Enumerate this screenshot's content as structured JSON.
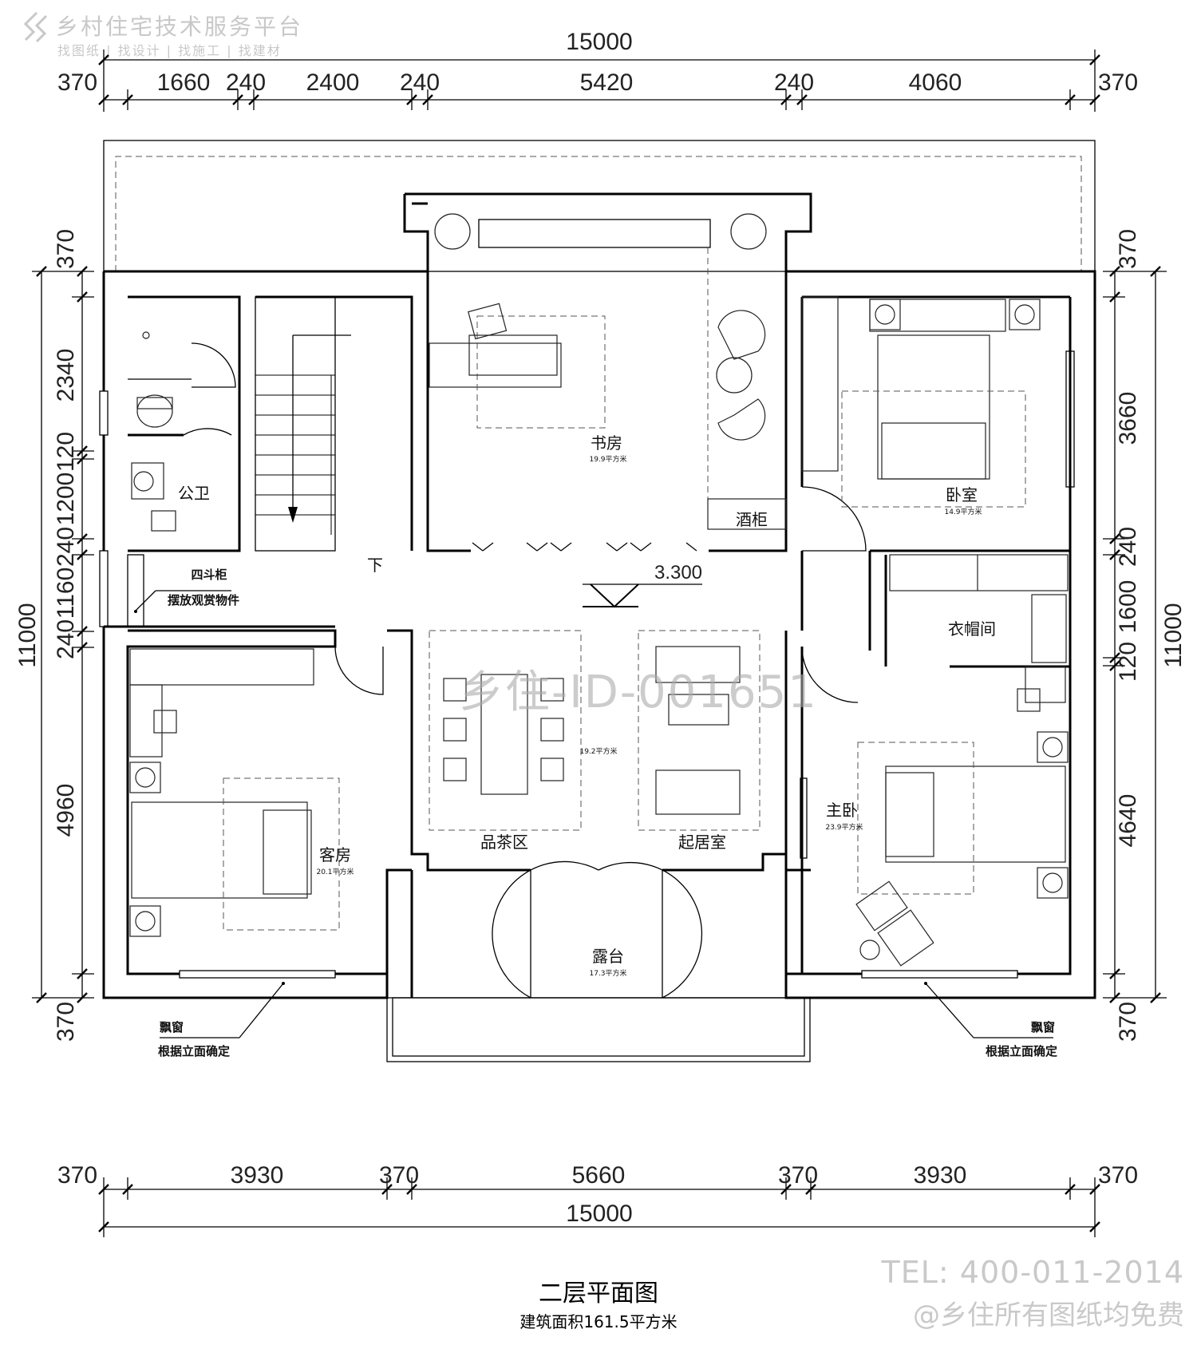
{
  "brand": {
    "title": "乡村住宅技术服务平台",
    "subtitle": "找图纸 | 找设计 | 找施工 | 找建材",
    "logo_icon": "chevron-logo-icon"
  },
  "contact": {
    "tel": "TEL: 400-011-2014",
    "copyright": "@乡住所有图纸均免费"
  },
  "watermark": "乡住-ID-001651",
  "plan": {
    "title": "二层平面图",
    "area": "建筑面积161.5平方米",
    "elevation": "3.300",
    "stair_down": "下"
  },
  "dimensions": {
    "top_total": "15000",
    "top": [
      "370",
      "1660",
      "240",
      "2400",
      "240",
      "5420",
      "240",
      "4060",
      "370"
    ],
    "bottom_total": "15000",
    "bottom": [
      "370",
      "3930",
      "370",
      "5660",
      "370",
      "3930",
      "370"
    ],
    "left_total": "11000",
    "left": [
      "370",
      "2340",
      "120",
      "1200",
      "240",
      "1160",
      "240",
      "4960",
      "370"
    ],
    "right_total": "11000",
    "right": [
      "370",
      "3660",
      "240",
      "1600",
      "120",
      "4640",
      "370"
    ]
  },
  "rooms": {
    "study": {
      "name": "书房",
      "area": "19.9平方米"
    },
    "wine_cabinet": {
      "name": "酒柜"
    },
    "bedroom": {
      "name": "卧室",
      "area": "14.9平方米"
    },
    "public_bath": {
      "name": "公卫"
    },
    "cloakroom": {
      "name": "衣帽间"
    },
    "guest_room": {
      "name": "客房",
      "area": "20.1平方米"
    },
    "tea_area": {
      "name": "品茶区"
    },
    "living": {
      "name": "起居室"
    },
    "lounge_area": {
      "area": "19.2平方米"
    },
    "master_bedroom": {
      "name": "主卧",
      "area": "23.9平方米"
    },
    "terrace": {
      "name": "露台",
      "area": "17.3平方米"
    }
  },
  "notes": {
    "four_drawer_cabinet": "四斗柜",
    "display_items": "摆放观赏物件",
    "bay_window_left": "飘窗",
    "bay_window_left_note": "根据立面确定",
    "bay_window_right": "飘窗",
    "bay_window_right_note": "根据立面确定"
  }
}
